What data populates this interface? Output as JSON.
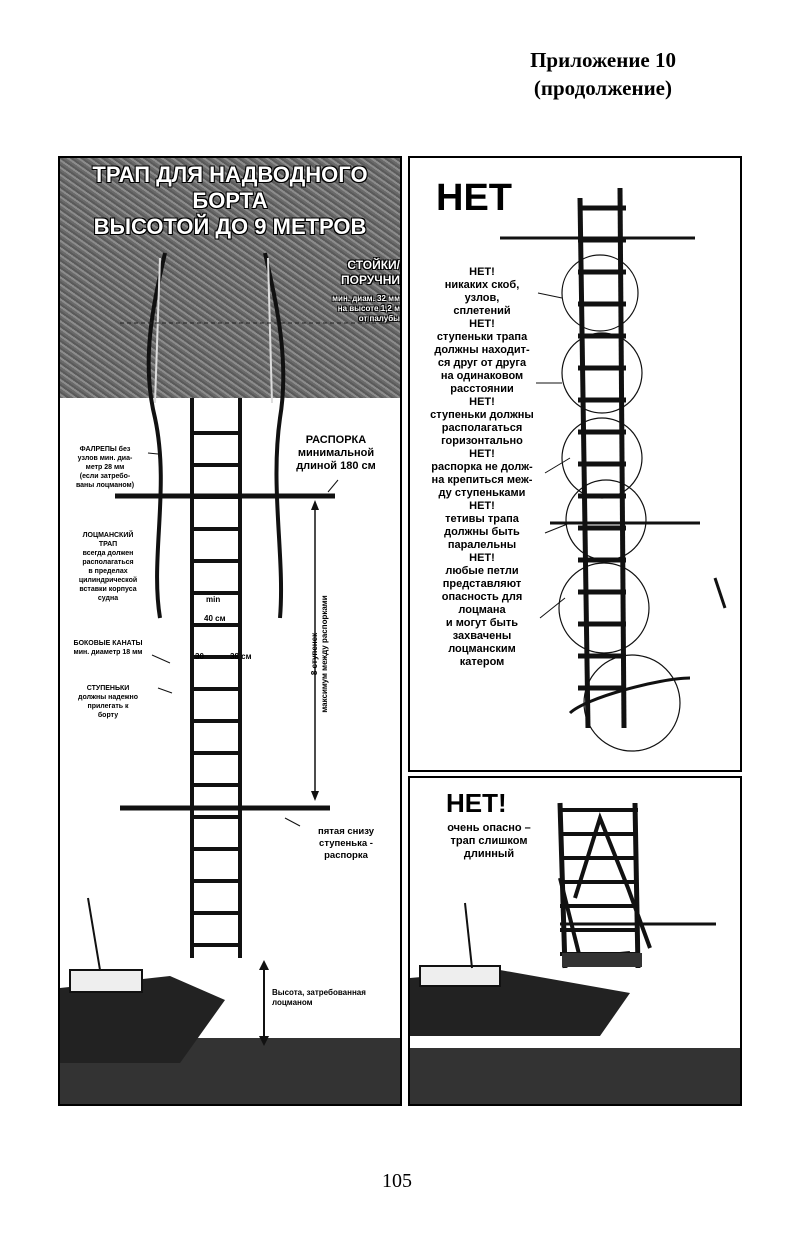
{
  "header": {
    "line1": "Приложение 10",
    "line2": "(продолжение)"
  },
  "left_panel": {
    "title_lines": [
      "ТРАП ДЛЯ НАДВОДНОГО",
      "БОРТА",
      "ВЫСОТОЙ ДО 9 МЕТРОВ"
    ],
    "stanchions": [
      "СТОЙКИ/",
      "ПОРУЧНИ"
    ],
    "stanchions_small": [
      "мин. диам. 32 мм",
      "на высоте 1,2 м",
      "от палубы"
    ],
    "falrepy": [
      "ФАЛРЕПЫ без",
      "узлов мин. диа-",
      "метр 28 мм",
      "(если затребо-",
      "ваны лоцманом)"
    ],
    "raspor": [
      "РАСПОРКА",
      "минимальной",
      "длиной 180 см"
    ],
    "pilot_ladder": [
      "ЛОЦМАНСКИЙ",
      "ТРАП",
      "всегда должен",
      "располагаться",
      "в пределах",
      "цилиндрической",
      "вставки корпуса",
      "судна"
    ],
    "side_ropes": [
      "БОКОВЫЕ КАНАТЫ",
      "мин. диаметр 18 мм"
    ],
    "steps": [
      "СТУПЕНЬКИ",
      "должны надежно",
      "прилегать к",
      "борту"
    ],
    "min_label": "min",
    "dim_40": "40 см",
    "dim_30": "30",
    "dim_38": "38 см",
    "vertical_dim": [
      "8 ступенек",
      "максимум между распорками"
    ],
    "fifth_step": [
      "пятая снизу",
      "ступенька -",
      "распорка"
    ],
    "height_label": [
      "Высота, затребованная",
      "лоцманом"
    ]
  },
  "right_top": {
    "no_label": "НЕТ",
    "list": [
      "НЕТ!",
      "никаких скоб,",
      "узлов,",
      "сплетений",
      "НЕТ!",
      "ступеньки трапа",
      "должны находит-",
      "ся друг от друга",
      "на одинаковом",
      "расстоянии",
      "НЕТ!",
      "ступеньки должны",
      "располагаться",
      "горизонтально",
      "НЕТ!",
      "распорка не долж-",
      "на крепиться меж-",
      "ду ступеньками",
      "НЕТ!",
      "тетивы трапа",
      "должны быть",
      "паралельны",
      "НЕТ!",
      "любые петли",
      "представляют",
      "опасность для",
      "лоцмана",
      "и могут быть",
      "захвачены",
      "лоцманским",
      "катером"
    ]
  },
  "right_bottom": {
    "no_label": "НЕТ!",
    "text": [
      "очень опасно –",
      "трап слишком",
      "длинный"
    ]
  },
  "page_number": "105"
}
